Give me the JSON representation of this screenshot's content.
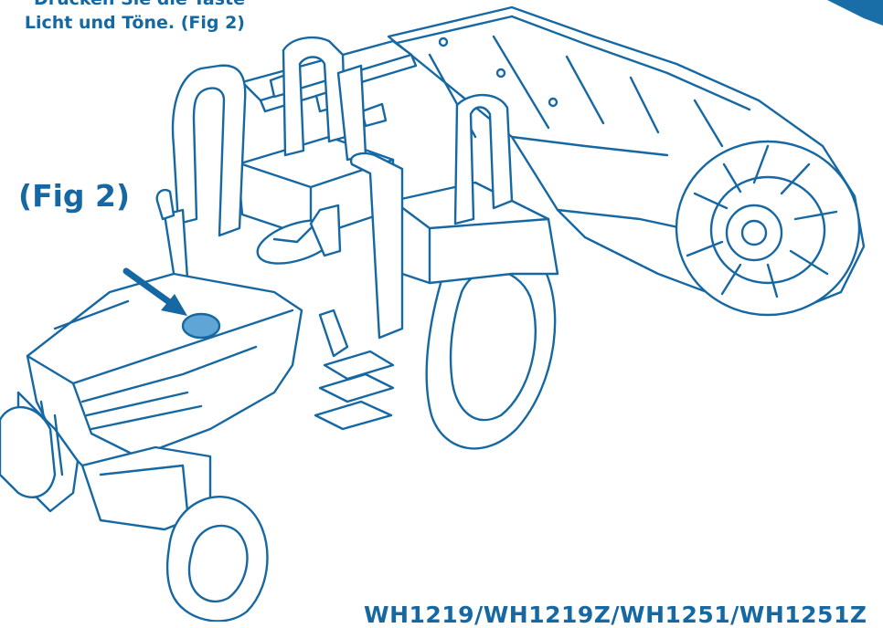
{
  "instruction": {
    "line1": "Drücken Sie die Taste",
    "line2": "Licht und Töne. (Fig 2)"
  },
  "figure_label": "(Fig 2)",
  "model_code": "WH1219/WH1219Z/WH1251/WH1251Z",
  "colors": {
    "line": "#1668a3",
    "button_fill": "#5fa6d6",
    "accent_tab": "#1a6ea8",
    "background": "#ffffff"
  },
  "icons": {
    "pointer": "arrow-icon",
    "button": "light-sound-button-icon"
  }
}
